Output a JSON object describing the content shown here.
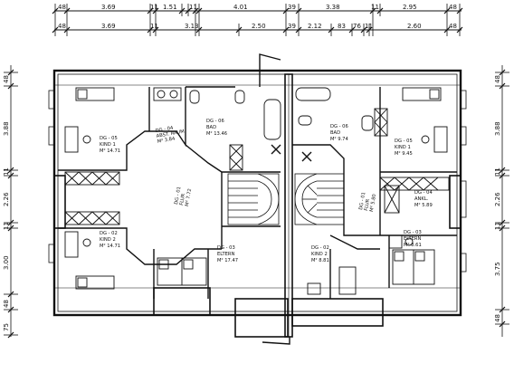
{
  "dimensions": {
    "top_row_1": [
      "48",
      "3.69",
      "11",
      "1.51",
      "11",
      "4.01",
      "39",
      "3.38",
      "11",
      "2.95",
      "48"
    ],
    "top_row_2": [
      "48",
      "3.69",
      "11",
      "3.13",
      "2.50",
      "39",
      "2.12",
      "83",
      "76",
      "11",
      "2.60",
      "48"
    ],
    "left_side": [
      "48",
      "3.88",
      "11",
      "2.26",
      "11",
      "3.00",
      "48",
      "75"
    ],
    "right_side": [
      "48",
      "3.88",
      "11",
      "2.26",
      "11",
      "3.75",
      "48"
    ]
  },
  "rooms": [
    {
      "id": "DG - 05",
      "name": "KIND 1",
      "area": "M² 14.71"
    },
    {
      "id": "DG - 04",
      "name": "ABST. RAUM",
      "area": "M² 3.84"
    },
    {
      "id": "DG - 06",
      "name": "BAD",
      "area": "M² 13.46"
    },
    {
      "id": "DG - 01",
      "name": "FLUR",
      "area": "M² 7.72"
    },
    {
      "id": "DG - 02",
      "name": "KIND 2",
      "area": "M² 14.71"
    },
    {
      "id": "DG - 03",
      "name": "ELTERN",
      "area": "M² 17.47"
    },
    {
      "id": "DG - 06",
      "name": "BAD",
      "area": "M² 9.74"
    },
    {
      "id": "DG - 05",
      "name": "KIND 1",
      "area": "M² 9.45"
    },
    {
      "id": "DG - 01",
      "name": "FLUR",
      "area": "M² 5.80"
    },
    {
      "id": "DG - 04",
      "name": "ANKL.",
      "area": "M² 5.89"
    },
    {
      "id": "DG - 03",
      "name": "ELTERN",
      "area": "M² 8.61"
    },
    {
      "id": "DG - 02",
      "name": "KIND 2",
      "area": "M² 8.81"
    }
  ],
  "colors": {
    "line": "#111111",
    "background": "#ffffff"
  }
}
